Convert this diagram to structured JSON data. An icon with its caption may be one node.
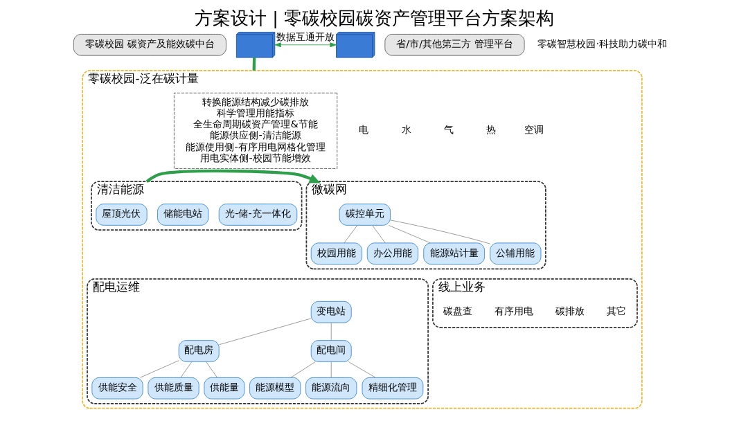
{
  "diagram": {
    "title": "方案设计 | 零碳校园碳资产管理平台方案架构",
    "nodes": [
      {
        "text": [
          "零碳校园 碳资产及能效碳中台"
        ]
      },
      {
        "text": [],
        "shape": "picture"
      },
      {
        "text": [],
        "shape": "picture"
      },
      {
        "text": [
          "省/市/其他第三方 管理平台"
        ]
      },
      {
        "text": [
          "零碳校园-泛在碳计量"
        ]
      },
      {
        "text": [
          "转换能源结构减少碳排放",
          "科学管理用能指标",
          "全生命周期碳资产管理&节能",
          "能源供应侧-清洁能源",
          "能源使用侧-有序用电网格化管理",
          "用电实体侧-校园节能增效"
        ],
        "in": 4
      },
      {
        "text": [
          "清洁能源"
        ],
        "in": 4
      },
      {
        "text": [
          "屋顶光伏"
        ],
        "in": 6
      },
      {
        "text": [
          "储能电站"
        ],
        "in": 6
      },
      {
        "text": [
          "光-储-充一体化"
        ],
        "in": 6
      },
      {
        "text": [
          "微碳网"
        ],
        "in": 4
      },
      {
        "text": [
          "碳控单元"
        ],
        "in": 10
      },
      {
        "text": [
          "校园用能"
        ],
        "in": 10
      },
      {
        "text": [
          "办公用能"
        ],
        "in": 10
      },
      {
        "text": [
          "能源站计量"
        ],
        "in": 10
      },
      {
        "text": [
          "公辅用能"
        ],
        "in": 10
      },
      {
        "text": [
          "配电运维"
        ],
        "in": 4
      },
      {
        "text": [
          "变电站"
        ],
        "in": 16
      },
      {
        "text": [
          "配电房"
        ],
        "in": 16
      },
      {
        "text": [
          "配电间"
        ],
        "in": 16
      },
      {
        "text": [
          "供能安全"
        ],
        "in": 16
      },
      {
        "text": [
          "供能质量"
        ],
        "in": 16
      },
      {
        "text": [
          "供能量"
        ],
        "in": 16
      },
      {
        "text": [
          "能源模型"
        ],
        "in": 16
      },
      {
        "text": [
          "能源流向"
        ],
        "in": 16
      },
      {
        "text": [
          "精细化管理"
        ],
        "in": 16
      },
      {
        "text": [
          "线上业务"
        ],
        "in": 4
      }
    ],
    "edges": [
      {
        "from": 1,
        "to": 2,
        "arrow": "both",
        "label": "数据互通开放",
        "color": "#2e9e4a"
      },
      {
        "from": 1,
        "to": 4,
        "arrow": "none",
        "style": "thick",
        "color": "#2e9e4a"
      },
      {
        "from": 6,
        "to": 10,
        "arrow": "to",
        "style": "thick",
        "color": "#2e9e4a"
      },
      {
        "from": 11,
        "to": 12,
        "arrow": "none"
      },
      {
        "from": 11,
        "to": 13,
        "arrow": "none"
      },
      {
        "from": 11,
        "to": 14,
        "arrow": "none"
      },
      {
        "from": 11,
        "to": 15,
        "arrow": "none"
      },
      {
        "from": 17,
        "to": 18,
        "arrow": "none"
      },
      {
        "from": 17,
        "to": 19,
        "arrow": "none"
      },
      {
        "from": 18,
        "to": 20,
        "arrow": "none"
      },
      {
        "from": 18,
        "to": 21,
        "arrow": "none"
      },
      {
        "from": 18,
        "to": 22,
        "arrow": "none"
      },
      {
        "from": 19,
        "to": 23,
        "arrow": "none"
      },
      {
        "from": 19,
        "to": 24,
        "arrow": "none"
      },
      {
        "from": 19,
        "to": 25,
        "arrow": "none"
      }
    ],
    "labels": [
      "零碳智慧校园·科技助力碳中和",
      "电",
      "水",
      "气",
      "热",
      "空调",
      "碳盘查",
      "有序用电",
      "碳排放",
      "其它"
    ]
  }
}
